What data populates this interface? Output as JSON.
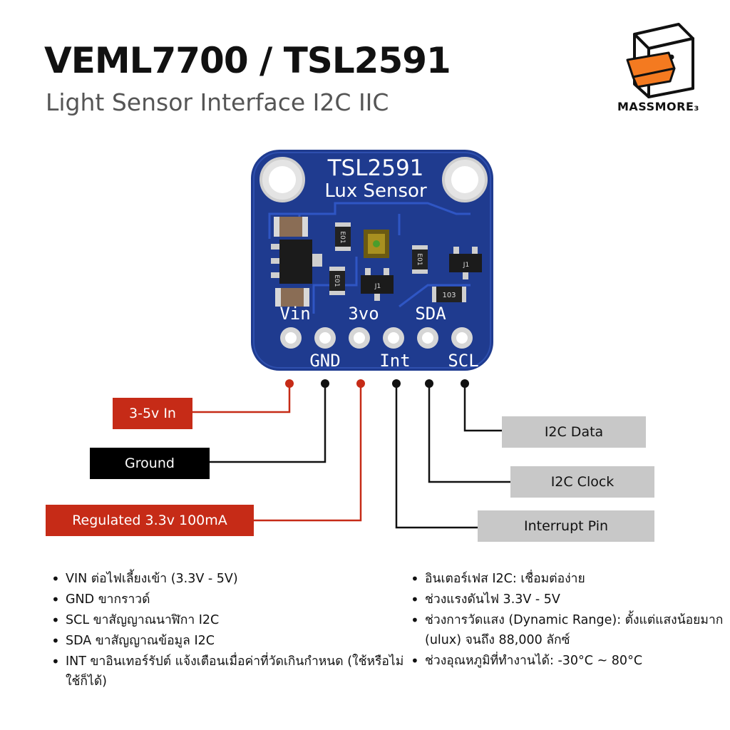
{
  "header": {
    "title": "VEML7700 / TSL2591",
    "subtitle": "Light Sensor Interface I2C IIC"
  },
  "brand": {
    "name": "MASSMORE₃"
  },
  "board": {
    "name": "TSL2591",
    "sub": "Lux Sensor",
    "top_pins": [
      "Vin",
      "3vo",
      "SDA"
    ],
    "bottom_pins": [
      "GND",
      "Int",
      "SCL"
    ],
    "chip_codes": [
      "E01",
      "E01",
      "E01",
      "J1",
      "J1",
      "103"
    ]
  },
  "pin_labels": {
    "vin": "3-5v In",
    "gnd": "Ground",
    "3vo": "Regulated 3.3v 100mA",
    "int": "Interrupt Pin",
    "sda": "I2C Clock",
    "scl": "I2C Data"
  },
  "specs_left": [
    "VIN ต่อไฟเลี้ยงเข้า (3.3V - 5V)",
    "GND ขากราวด์",
    "SCL ขาสัญญาณนาฬิกา I2C",
    "SDA ขาสัญญาณข้อมูล I2C",
    "INT ขาอินเทอร์รัปต์ แจ้งเตือนเมื่อค่าที่วัดเกินกำหนด (ใช้หรือไม่ใช้ก็ได้)"
  ],
  "specs_right": [
    "อินเตอร์เฟส I2C: เชื่อมต่อง่าย",
    "ช่วงแรงดันไฟ 3.3V - 5V",
    "ช่วงการวัดแสง (Dynamic Range): ตั้งแต่แสงน้อยมาก (ulux) จนถึง 88,000 ลักซ์",
    "ช่วงอุณหภูมิที่ทำงานได้: -30°C ~ 80°C"
  ],
  "colors": {
    "accent_red": "#c62b17",
    "pcb_blue": "#1f3b8f",
    "label_grey": "#c8c8c8",
    "logo_orange": "#f47a20"
  },
  "icons": [
    "duck-box-logo-icon"
  ]
}
